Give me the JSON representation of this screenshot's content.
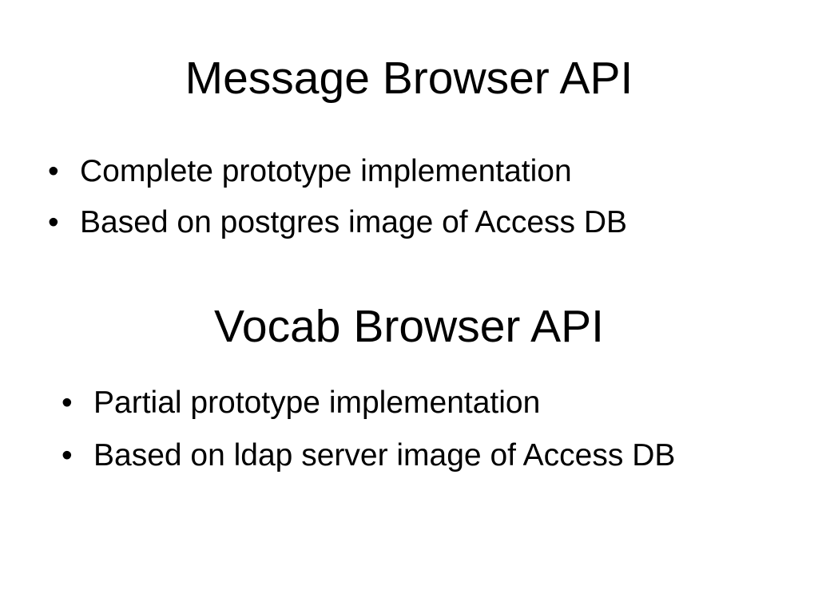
{
  "sections": [
    {
      "title": "Message Browser API",
      "bullets": [
        "Complete prototype implementation",
        "Based on postgres image of Access DB"
      ]
    },
    {
      "title": "Vocab Browser API",
      "bullets": [
        "Partial prototype implementation",
        "Based on ldap server image of Access DB"
      ]
    }
  ],
  "bullet_glyph": "•"
}
